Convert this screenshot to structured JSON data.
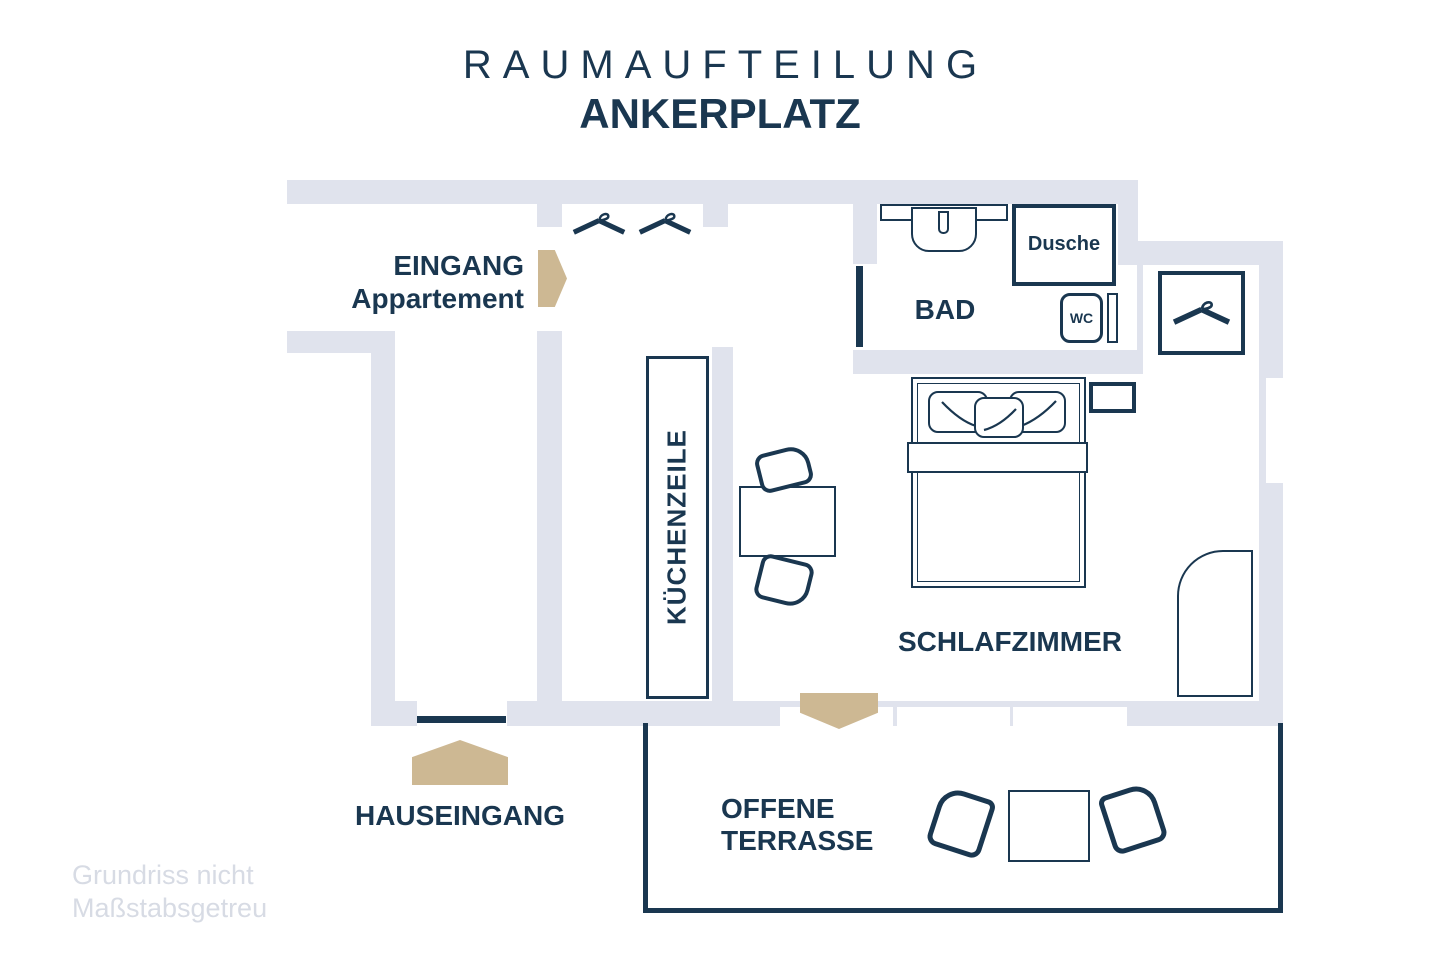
{
  "title": {
    "kicker": "RAUMAUFTEILUNG",
    "name": "ANKERPLATZ"
  },
  "colors": {
    "navy": "#1a3750",
    "wall": "#e0e3ed",
    "tan": "#cdb893",
    "muted": "#d7dbe4"
  },
  "rooms": {
    "entrance": {
      "line1": "EINGANG",
      "line2": "Appartement"
    },
    "bath": {
      "label": "BAD",
      "shower": "Dusche",
      "wc": "WC"
    },
    "kitchen": {
      "label": "KÜCHENZEILE"
    },
    "bedroom": {
      "label": "SCHLAFZIMMER"
    },
    "terrace": {
      "line1": "OFFENE",
      "line2": "TERRASSE"
    },
    "house_entrance": {
      "label": "HAUSEINGANG"
    }
  },
  "footnote": {
    "line1": "Grundriss nicht",
    "line2": "Maßstabsgetreu"
  },
  "icons": {
    "coat_hanger": "hanger-icon"
  }
}
